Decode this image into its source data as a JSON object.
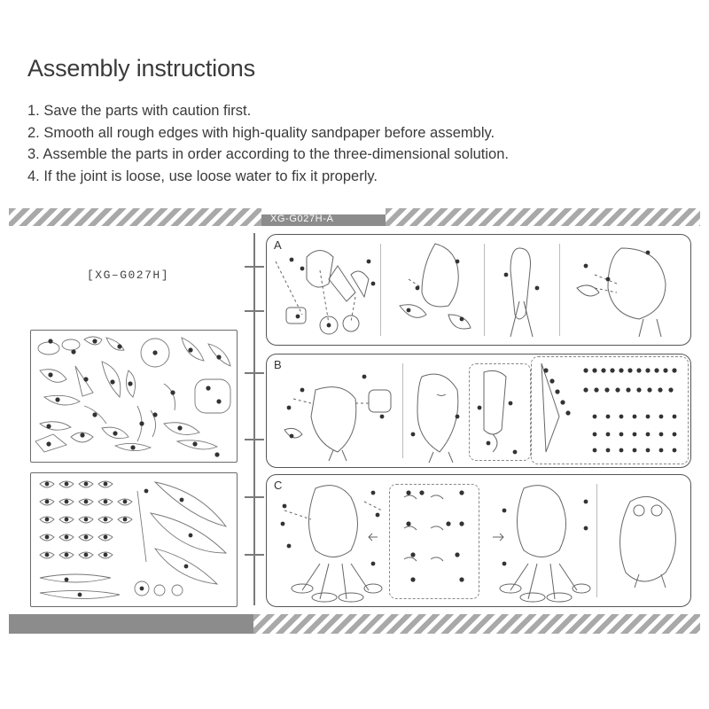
{
  "header": {
    "title": "Assembly instructions",
    "steps": [
      "1. Save the parts with caution first.",
      "2. Smooth all rough edges with high-quality sandpaper before assembly.",
      "3. Assemble the parts in order according to the three-dimensional solution.",
      "4. If the joint is loose, use loose water to fix it properly."
    ]
  },
  "diagram": {
    "sheet_code": "XG-G027H-A",
    "model_code": "[XG–G027H]",
    "panels": [
      {
        "letter": "A"
      },
      {
        "letter": "B"
      },
      {
        "letter": "C"
      }
    ]
  }
}
